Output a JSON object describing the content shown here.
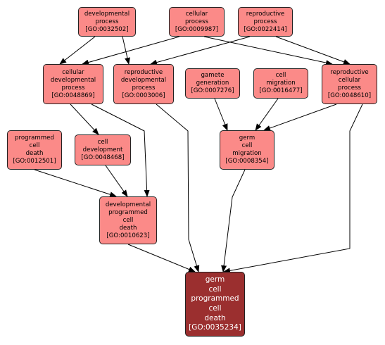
{
  "nodes": {
    "go0032502": {
      "lines": [
        "developmental",
        "process",
        "[GO:0032502]"
      ]
    },
    "go0009987": {
      "lines": [
        "cellular",
        "process",
        "[GO:0009987]"
      ]
    },
    "go0022414": {
      "lines": [
        "reproductive",
        "process",
        "[GO:0022414]"
      ]
    },
    "go0048869": {
      "lines": [
        "cellular",
        "developmental",
        "process",
        "[GO:0048869]"
      ]
    },
    "go0003006": {
      "lines": [
        "reproductive",
        "developmental",
        "process",
        "[GO:0003006]"
      ]
    },
    "go0007276": {
      "lines": [
        "gamete",
        "generation",
        "[GO:0007276]"
      ]
    },
    "go0016477": {
      "lines": [
        "cell",
        "migration",
        "[GO:0016477]"
      ]
    },
    "go0048610": {
      "lines": [
        "reproductive",
        "cellular",
        "process",
        "[GO:0048610]"
      ]
    },
    "go0012501": {
      "lines": [
        "programmed",
        "cell",
        "death",
        "[GO:0012501]"
      ]
    },
    "go0048468": {
      "lines": [
        "cell",
        "development",
        "[GO:0048468]"
      ]
    },
    "go0008354": {
      "lines": [
        "germ",
        "cell",
        "migration",
        "[GO:0008354]"
      ]
    },
    "go0010623": {
      "lines": [
        "developmental",
        "programmed",
        "cell",
        "death",
        "[GO:0010623]"
      ]
    },
    "go0035234": {
      "lines": [
        "germ",
        "cell",
        "programmed",
        "cell",
        "death",
        "[GO:0035234]"
      ]
    }
  },
  "edges": [
    {
      "from": "go0032502",
      "to": "go0048869"
    },
    {
      "from": "go0032502",
      "to": "go0003006"
    },
    {
      "from": "go0009987",
      "to": "go0048869"
    },
    {
      "from": "go0009987",
      "to": "go0048610"
    },
    {
      "from": "go0022414",
      "to": "go0003006"
    },
    {
      "from": "go0022414",
      "to": "go0048610"
    },
    {
      "from": "go0048869",
      "to": "go0048468"
    },
    {
      "from": "go0048869",
      "to": "go0010623"
    },
    {
      "from": "go0003006",
      "to": "go0035234"
    },
    {
      "from": "go0007276",
      "to": "go0008354"
    },
    {
      "from": "go0016477",
      "to": "go0008354"
    },
    {
      "from": "go0048610",
      "to": "go0008354"
    },
    {
      "from": "go0048610",
      "to": "go0035234"
    },
    {
      "from": "go0012501",
      "to": "go0010623"
    },
    {
      "from": "go0048468",
      "to": "go0010623"
    },
    {
      "from": "go0008354",
      "to": "go0035234"
    },
    {
      "from": "go0010623",
      "to": "go0035234"
    }
  ],
  "colors": {
    "node_fill": "#fb8a88",
    "target_fill": "#9b2f2f",
    "target_text": "#ffffff",
    "edge": "#000000"
  }
}
